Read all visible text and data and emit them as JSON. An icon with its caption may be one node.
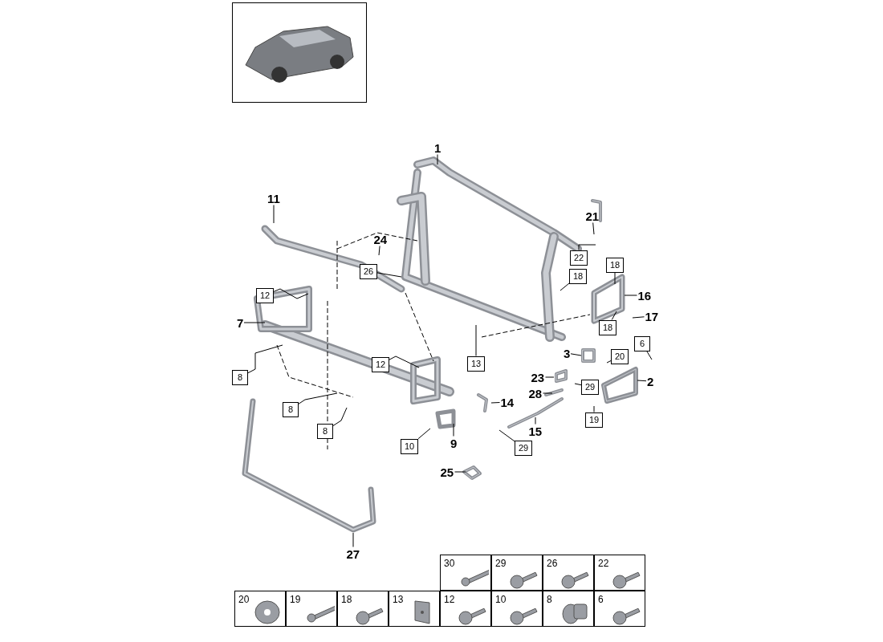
{
  "diagram": {
    "nodes": [
      {
        "text": [
          "1"
        ]
      },
      {
        "text": [
          "11"
        ]
      },
      {
        "text": [
          "21"
        ]
      },
      {
        "text": [
          "24"
        ]
      },
      {
        "text": [
          "26"
        ]
      },
      {
        "text": [
          "22"
        ]
      },
      {
        "text": [
          "18"
        ]
      },
      {
        "text": [
          "18"
        ]
      },
      {
        "text": [
          "12"
        ]
      },
      {
        "text": [
          "16"
        ]
      },
      {
        "text": [
          "7"
        ]
      },
      {
        "text": [
          "17"
        ]
      },
      {
        "text": [
          "18"
        ]
      },
      {
        "text": [
          "6"
        ]
      },
      {
        "text": [
          "3"
        ]
      },
      {
        "text": [
          "20"
        ]
      },
      {
        "text": [
          "13"
        ]
      },
      {
        "text": [
          "12"
        ]
      },
      {
        "text": [
          "8"
        ]
      },
      {
        "text": [
          "23"
        ]
      },
      {
        "text": [
          "29"
        ]
      },
      {
        "text": [
          "2"
        ]
      },
      {
        "text": [
          "28"
        ]
      },
      {
        "text": [
          "14"
        ]
      },
      {
        "text": [
          "8"
        ]
      },
      {
        "text": [
          "19"
        ]
      },
      {
        "text": [
          "15"
        ]
      },
      {
        "text": [
          "8"
        ]
      },
      {
        "text": [
          "10"
        ]
      },
      {
        "text": [
          "9"
        ]
      },
      {
        "text": [
          "29"
        ]
      },
      {
        "text": [
          "25"
        ]
      },
      {
        "text": [
          "27"
        ]
      }
    ],
    "edges": [
      {
        "from": 0,
        "to": null,
        "arrow": "none"
      },
      {
        "from": 1,
        "to": null,
        "arrow": "none"
      },
      {
        "from": 2,
        "to": null,
        "arrow": "none"
      },
      {
        "from": 3,
        "to": null,
        "arrow": "none"
      },
      {
        "from": 4,
        "to": null,
        "arrow": "none"
      },
      {
        "from": 5,
        "to": null,
        "arrow": "none"
      },
      {
        "from": 6,
        "to": null,
        "arrow": "none"
      },
      {
        "from": 7,
        "to": null,
        "arrow": "none"
      },
      {
        "from": 8,
        "to": null,
        "arrow": "none"
      },
      {
        "from": 9,
        "to": null,
        "arrow": "none"
      },
      {
        "from": 10,
        "to": null,
        "arrow": "none"
      },
      {
        "from": 11,
        "to": null,
        "arrow": "none"
      },
      {
        "from": 12,
        "to": null,
        "arrow": "none"
      },
      {
        "from": 13,
        "to": null,
        "arrow": "none"
      },
      {
        "from": 14,
        "to": null,
        "arrow": "none"
      },
      {
        "from": 15,
        "to": null,
        "arrow": "none"
      },
      {
        "from": 16,
        "to": null,
        "arrow": "none"
      },
      {
        "from": 17,
        "to": null,
        "arrow": "none"
      },
      {
        "from": 18,
        "to": null,
        "arrow": "none"
      },
      {
        "from": 19,
        "to": null,
        "arrow": "none"
      },
      {
        "from": 20,
        "to": null,
        "arrow": "none"
      },
      {
        "from": 21,
        "to": null,
        "arrow": "none"
      },
      {
        "from": 22,
        "to": null,
        "arrow": "none"
      },
      {
        "from": 23,
        "to": null,
        "arrow": "none"
      },
      {
        "from": 24,
        "to": null,
        "arrow": "none"
      },
      {
        "from": 25,
        "to": null,
        "arrow": "none"
      },
      {
        "from": 26,
        "to": null,
        "arrow": "none"
      },
      {
        "from": 27,
        "to": null,
        "arrow": "none"
      },
      {
        "from": 28,
        "to": null,
        "arrow": "none"
      },
      {
        "from": 29,
        "to": null,
        "arrow": "none"
      },
      {
        "from": 30,
        "to": null,
        "arrow": "none"
      },
      {
        "from": 31,
        "to": null,
        "arrow": "none"
      },
      {
        "from": 32,
        "to": null,
        "arrow": "none"
      }
    ],
    "labels": [
      "30",
      "29",
      "26",
      "22",
      "20",
      "19",
      "18",
      "13",
      "12",
      "10",
      "8",
      "6"
    ]
  }
}
